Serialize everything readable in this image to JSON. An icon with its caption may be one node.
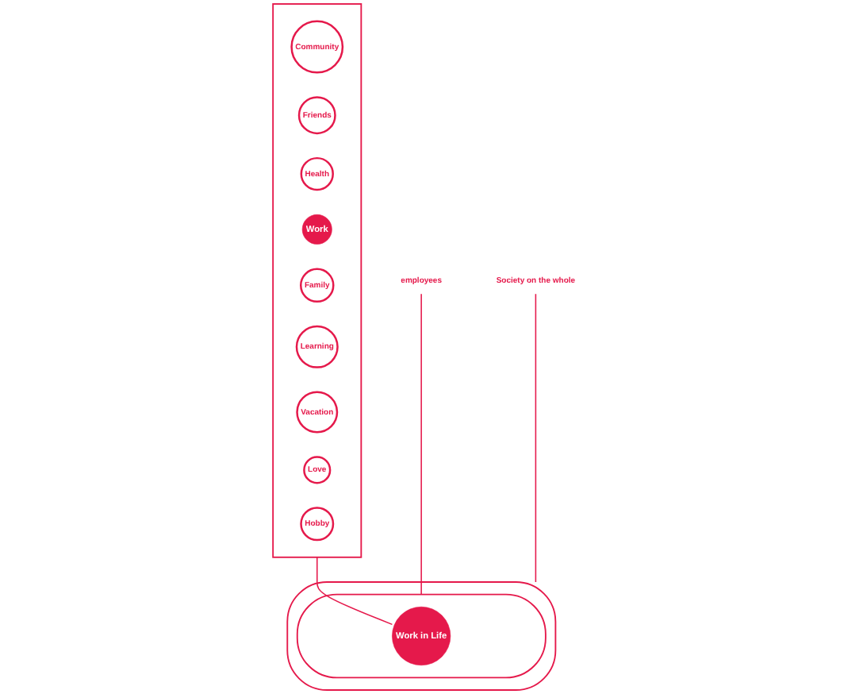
{
  "diagram": {
    "nodes": [
      {
        "text": [],
        "shape": "box"
      },
      {
        "text": [
          "Community"
        ],
        "in": 0
      },
      {
        "text": [
          "Friends"
        ],
        "in": 0
      },
      {
        "text": [
          "Health"
        ],
        "in": 0
      },
      {
        "text": [
          "Work"
        ],
        "in": 0
      },
      {
        "text": [
          "Family"
        ],
        "in": 0
      },
      {
        "text": [
          "Learning"
        ],
        "in": 0
      },
      {
        "text": [
          "Vacation"
        ],
        "in": 0
      },
      {
        "text": [
          "Love"
        ],
        "in": 0
      },
      {
        "text": [
          "Hobby"
        ],
        "in": 0
      },
      {
        "text": [],
        "shape": "ellipse"
      },
      {
        "text": [],
        "shape": "ellipse",
        "in": 10
      },
      {
        "text": [
          "Work in Life"
        ],
        "in": 11
      },
      {
        "text": [
          "employees"
        ]
      },
      {
        "text": [
          "Society on the whole"
        ]
      }
    ],
    "edges": [
      {
        "from": 0,
        "to": 12,
        "arrow": "none"
      },
      {
        "from": 13,
        "to": 11,
        "arrow": "none"
      },
      {
        "from": 14,
        "to": 10,
        "arrow": "none"
      }
    ]
  }
}
